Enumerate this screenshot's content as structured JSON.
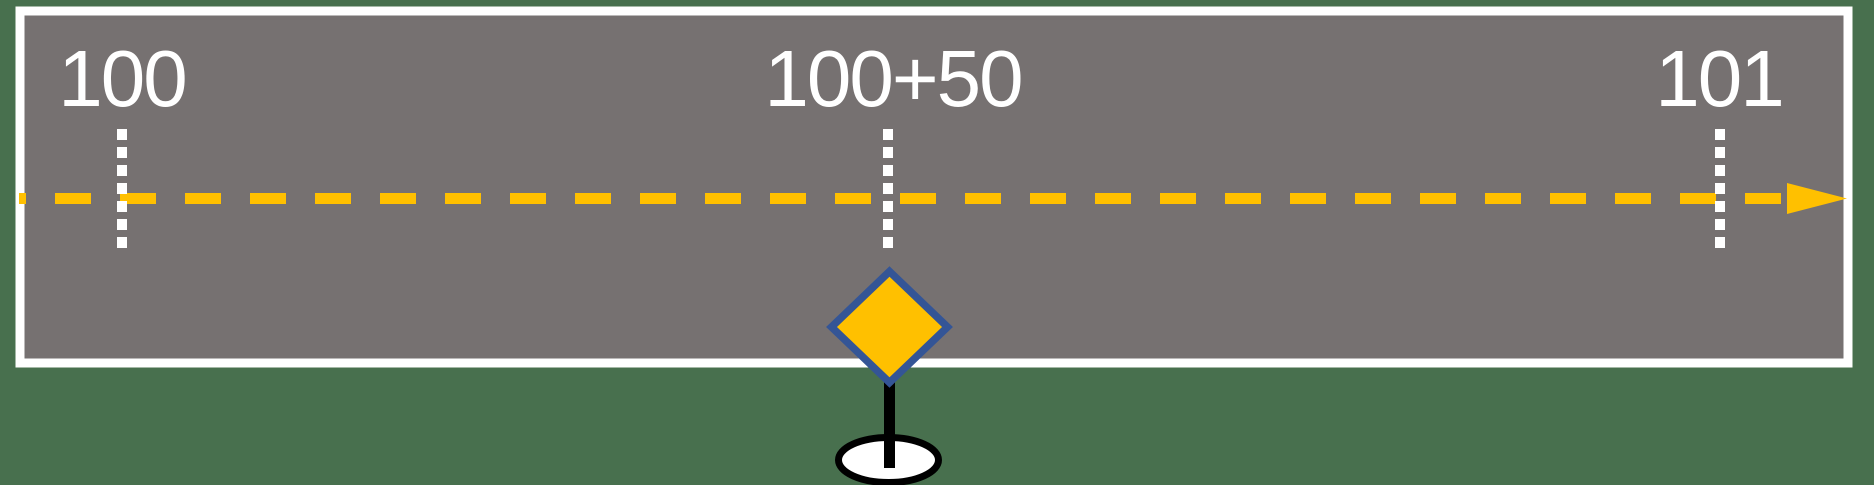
{
  "diagram": {
    "type": "station-number-line",
    "stations": [
      {
        "label": "100"
      },
      {
        "label": "100+50"
      },
      {
        "label": "101"
      }
    ],
    "marker": {
      "at_station": "100+50",
      "shape": "diamond-sign-on-post"
    },
    "arrow_direction": "right"
  },
  "colors": {
    "background_green": "#48704E",
    "panel_gray": "#767171",
    "panel_border_white": "#FFFFFF",
    "centerline_gold": "#FFC000",
    "tick_white": "#FFFFFF",
    "diamond_fill_gold": "#FFC000",
    "diamond_border_blue": "#345596",
    "post_black": "#000000",
    "base_white": "#FFFFFF"
  }
}
